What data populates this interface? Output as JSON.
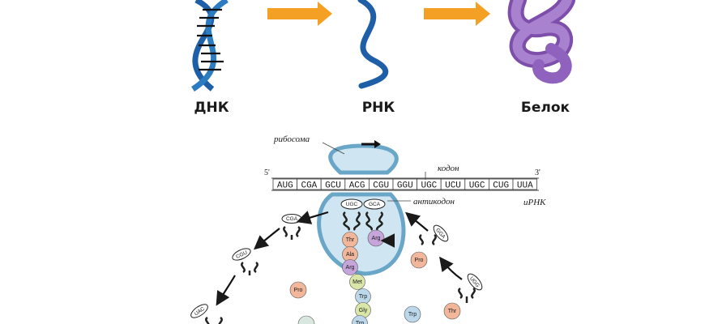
{
  "top": {
    "dna_label": "ДНК",
    "rna_label": "РНК",
    "protein_label": "Белок"
  },
  "diagram": {
    "ribosome_label": "рибосома",
    "codon_label": "кодон",
    "anticodon_label": "антикодон",
    "mrna_label": "иРНК",
    "five_prime": "5'",
    "three_prime": "3'",
    "codons": [
      "AUG",
      "CGA",
      "GCU",
      "ACG",
      "CGU",
      "GGU",
      "UGC",
      "UCU",
      "UGC",
      "CUG",
      "UUA"
    ],
    "trna_in_site": [
      "UGC",
      "GCA"
    ],
    "trna_free": [
      "CGA",
      "CGU",
      "UAC",
      "GGA",
      "UGG"
    ],
    "chain": [
      "Thr",
      "Ala",
      "Arg",
      "Met",
      "Trp",
      "Gly",
      "Trp"
    ],
    "site_aa": "Arg",
    "free_aa": [
      "Pro",
      "Pro",
      "Trp",
      "Thr"
    ]
  },
  "colors": {
    "arrow": "#f4a024",
    "dna_blue": "#1f5fa8",
    "ribosome": "#cfe6f2",
    "ribosome_stroke": "#6aa6c8",
    "protein": "#9b6fc4",
    "aa_orange": "#f2b79a",
    "aa_purple": "#c6a5da",
    "aa_green": "#d9e6a8",
    "aa_blue": "#bcd6ea",
    "aa_gray": "#d8d8d8"
  }
}
